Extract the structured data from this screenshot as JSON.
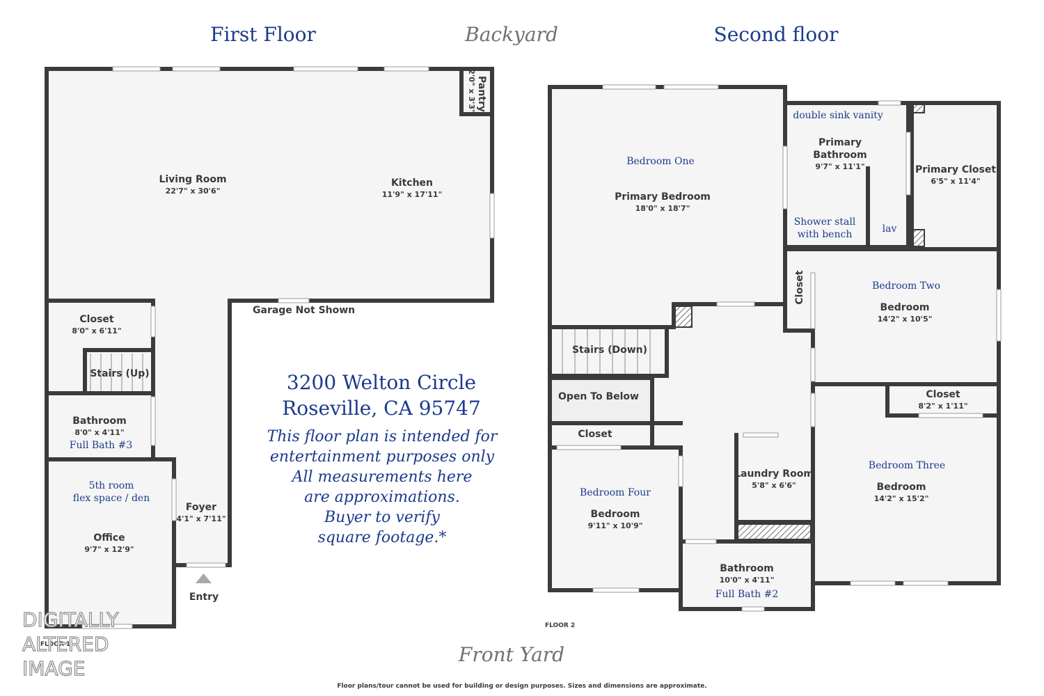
{
  "headings": {
    "first_floor": "First Floor",
    "backyard": "Backyard",
    "second_floor": "Second floor",
    "front_yard": "Front Yard"
  },
  "floor1": {
    "pantry": {
      "name": "Pantry",
      "dim": "2'0\" x 3'3\""
    },
    "living_room": {
      "name": "Living Room",
      "dim": "22'7\" x 30'6\""
    },
    "kitchen": {
      "name": "Kitchen",
      "dim": "11'9\" x 17'11\""
    },
    "garage_note": "Garage Not Shown",
    "closet": {
      "name": "Closet",
      "dim": "8'0\" x 6'11\""
    },
    "stairs": {
      "name": "Stairs (Up)"
    },
    "bathroom": {
      "name": "Bathroom",
      "dim": "8'0\" x 4'11\"",
      "note": "Full Bath #3"
    },
    "office": {
      "name": "Office",
      "dim": "9'7\" x 12'9\"",
      "note_line1": "5th room",
      "note_line2": "flex space / den"
    },
    "foyer": {
      "name": "Foyer",
      "dim": "4'1\" x 7'11\""
    },
    "entry": "Entry",
    "floor_label": "FLOOR 1"
  },
  "floor2": {
    "primary_bedroom": {
      "name": "Primary Bedroom",
      "dim": "18'0\" x 18'7\"",
      "note": "Bedroom One"
    },
    "primary_bathroom": {
      "name_line1": "Primary",
      "name_line2": "Bathroom",
      "dim": "9'7\" x 11'1\"",
      "note_top": "double sink vanity",
      "note_shower1": "Shower stall",
      "note_shower2": "with bench",
      "note_lav": "lav"
    },
    "primary_closet": {
      "name": "Primary Closet",
      "dim": "6'5\" x 11'4\""
    },
    "closet_vertical": {
      "name": "Closet"
    },
    "bedroom_two": {
      "name": "Bedroom",
      "dim": "14'2\" x 10'5\"",
      "note": "Bedroom Two"
    },
    "stairs_down": {
      "name": "Stairs (Down)"
    },
    "open_to_below": {
      "name": "Open To Below"
    },
    "closet_left": {
      "name": "Closet"
    },
    "bedroom_four": {
      "name": "Bedroom",
      "dim": "9'11\" x 10'9\"",
      "note": "Bedroom Four"
    },
    "laundry": {
      "name": "Laundry Room",
      "dim": "5'8\" x 6'6\""
    },
    "closet_right": {
      "name": "Closet",
      "dim": "8'2\" x 1'11\""
    },
    "bedroom_three": {
      "name": "Bedroom",
      "dim": "14'2\" x 15'2\"",
      "note": "Bedroom Three"
    },
    "bathroom": {
      "name": "Bathroom",
      "dim": "10'0\" x 4'11\"",
      "note": "Full Bath #2"
    },
    "floor_label": "FLOOR 2"
  },
  "center_text": {
    "address_line1": "3200 Welton Circle",
    "address_line2": "Roseville, CA 95747",
    "disclaimer": [
      "This floor plan is intended for",
      "entertainment purposes only",
      "All measurements here",
      "are approximations.",
      "Buyer to verify",
      "square footage.*"
    ]
  },
  "watermark": [
    "DIGITALLY",
    "ALTERED",
    "IMAGE"
  ],
  "footer": "Floor plans/tour cannot be used for building or design purposes. Sizes and dimensions are approximate."
}
